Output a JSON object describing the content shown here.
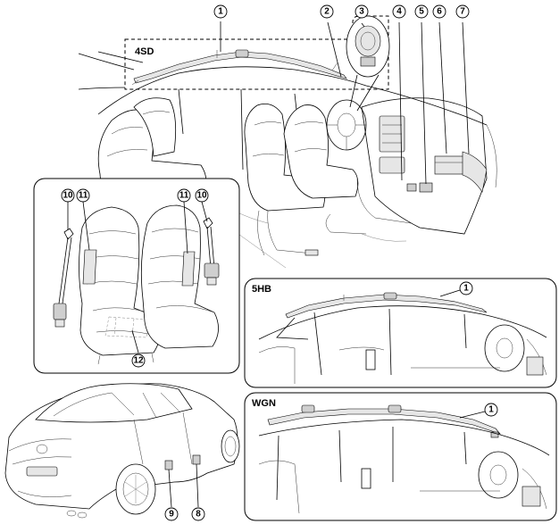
{
  "variants": {
    "sedan": "4SD",
    "hatchback": "5HB",
    "wagon": "WGN"
  },
  "callouts": {
    "c1": "1",
    "c2": "2",
    "c3": "3",
    "c4": "4",
    "c5": "5",
    "c6": "6",
    "c7": "7",
    "c8": "8",
    "c9": "9",
    "c10": "10",
    "c11": "11",
    "c12": "12"
  }
}
